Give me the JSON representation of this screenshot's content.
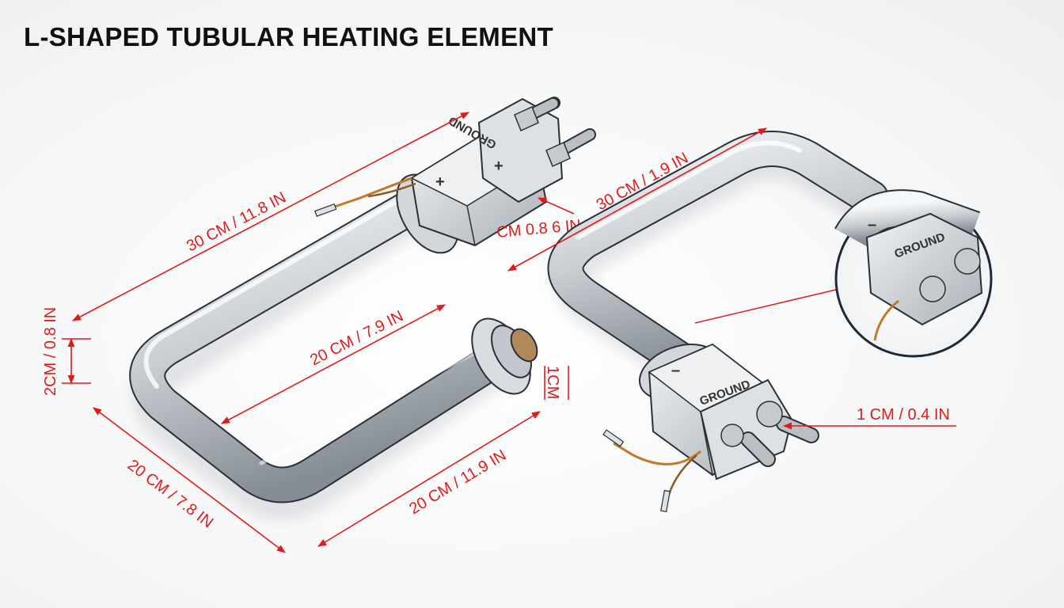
{
  "title": "L-SHAPED TUBULAR HEATING ELEMENT",
  "colors": {
    "dimension": "#e01b1b",
    "tube_light": "#e4e7ea",
    "tube_dark": "#7c8389",
    "outline": "#2b2f36",
    "wire": "#c07a2a"
  },
  "left_element": {
    "dimensions": {
      "top_length": "30 CM / 11.8 IN",
      "inner_width": "20 CM / 7.9 IN",
      "bottom_length": "20 CM / 11.9 IN",
      "side_length": "20 CM / 7.8 IN",
      "terminal_gap": "CM 0.8 6 IN",
      "tube_diameter": "2CM / 0.8 IN",
      "flange_thickness": "1CM"
    },
    "terminal_labels": {
      "ground": "GROUND",
      "plus_a": "+",
      "plus_b": "+"
    }
  },
  "right_element": {
    "dimensions": {
      "top_length": "30 CM / 1.9 IN",
      "stud_length": "1 CM / 0.4 IN"
    },
    "terminal_labels": {
      "ground": "GROUND",
      "minus": "–"
    },
    "detail_labels": {
      "ground": "GROUND",
      "minus": "–"
    }
  }
}
